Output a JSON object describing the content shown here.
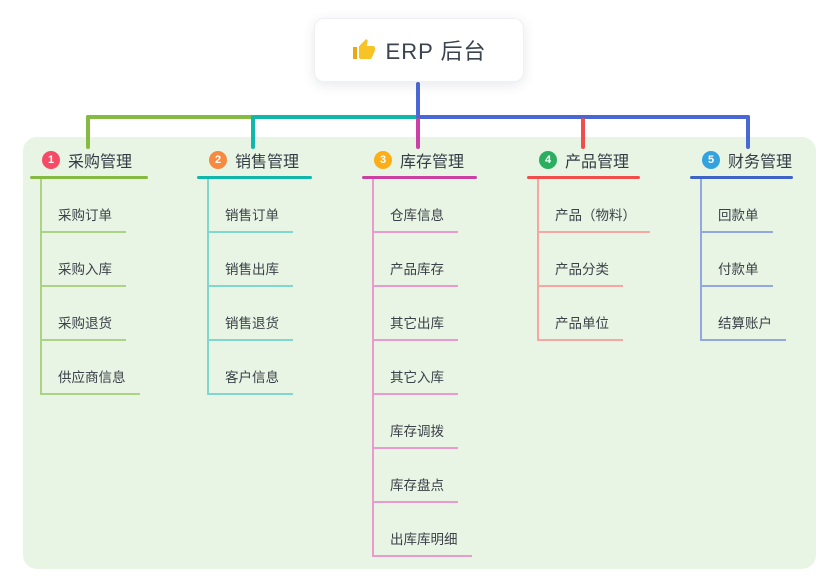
{
  "root": {
    "title": "ERP 后台",
    "icon": "thumbs-up-icon",
    "card_color": "#ffffff",
    "stem_color": "#4a68d5"
  },
  "panel": {
    "background": "#e9f5e4"
  },
  "branches": [
    {
      "badge": "1",
      "title": "采购管理",
      "main_color": "#85bb40",
      "child_line_color": "#acd284",
      "badge_color": "#f54b64",
      "children": [
        "采购订单",
        "采购入库",
        "采购退货",
        "供应商信息"
      ]
    },
    {
      "badge": "2",
      "title": "销售管理",
      "main_color": "#12b7ac",
      "child_line_color": "#7fd7ce",
      "badge_color": "#f68a3e",
      "children": [
        "销售订单",
        "销售出库",
        "销售退货",
        "客户信息"
      ]
    },
    {
      "badge": "3",
      "title": "库存管理",
      "main_color": "#cc3fa5",
      "child_line_color": "#ea9acc",
      "badge_color": "#fcae19",
      "children": [
        "仓库信息",
        "产品库存",
        "其它出库",
        "其它入库",
        "库存调拨",
        "库存盘点",
        "出库库明细"
      ]
    },
    {
      "badge": "4",
      "title": "产品管理",
      "main_color": "#f04d4d",
      "child_line_color": "#f7a7a1",
      "badge_color": "#2bae5f",
      "children": [
        "产品（物料）",
        "产品分类",
        "产品单位"
      ]
    },
    {
      "badge": "5",
      "title": "财务管理",
      "main_color": "#3e63c9",
      "child_line_color": "#93a8df",
      "badge_color": "#33a3df",
      "children": [
        "回款单",
        "付款单",
        "结算账户"
      ]
    }
  ]
}
